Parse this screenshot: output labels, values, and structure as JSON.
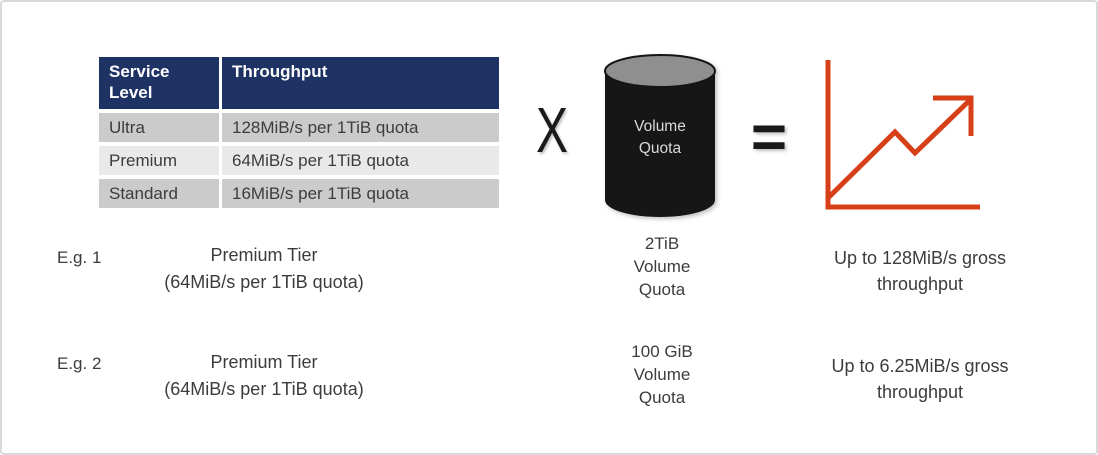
{
  "canvas": {
    "background": "#FFFFFF",
    "border_color": "#D9D9D9"
  },
  "table": {
    "col_headers": [
      "Service Level",
      "Throughput"
    ],
    "rows": [
      {
        "level": "Ultra",
        "throughput": "128MiB/s per 1TiB quota"
      },
      {
        "level": "Premium",
        "throughput": "64MiB/s per 1TiB quota"
      },
      {
        "level": "Standard",
        "throughput": "16MiB/s per 1TiB quota"
      }
    ],
    "colors": {
      "header_bg": "#1E3263",
      "header_text": "#FFFFFF",
      "row_dark": "#CBCBCB",
      "row_light": "#E9E9E9",
      "body_text": "#3C3C3C"
    }
  },
  "formula": {
    "multiply": "X",
    "equals": "=",
    "cylinder": {
      "lines": [
        "Volume",
        "Quota"
      ],
      "body_color": "#161616",
      "top_color": "#8F8F8F",
      "label_color": "#D9D9D9"
    },
    "chart_icon_color": "#D63F17"
  },
  "examples": [
    {
      "label": "E.g. 1",
      "tier": "Premium Tier",
      "tier_detail": "(64MiB/s per 1TiB quota)",
      "quota": [
        "2TiB",
        "Volume",
        "Quota"
      ],
      "result_line1": "Up to 128MiB/s gross",
      "result_line2": "throughput"
    },
    {
      "label": "E.g. 2",
      "tier": "Premium Tier",
      "tier_detail": "(64MiB/s per 1TiB quota)",
      "quota": [
        "100 GiB",
        "Volume",
        "Quota"
      ],
      "result_line1": "Up to 6.25MiB/s gross",
      "result_line2": "throughput"
    }
  ]
}
